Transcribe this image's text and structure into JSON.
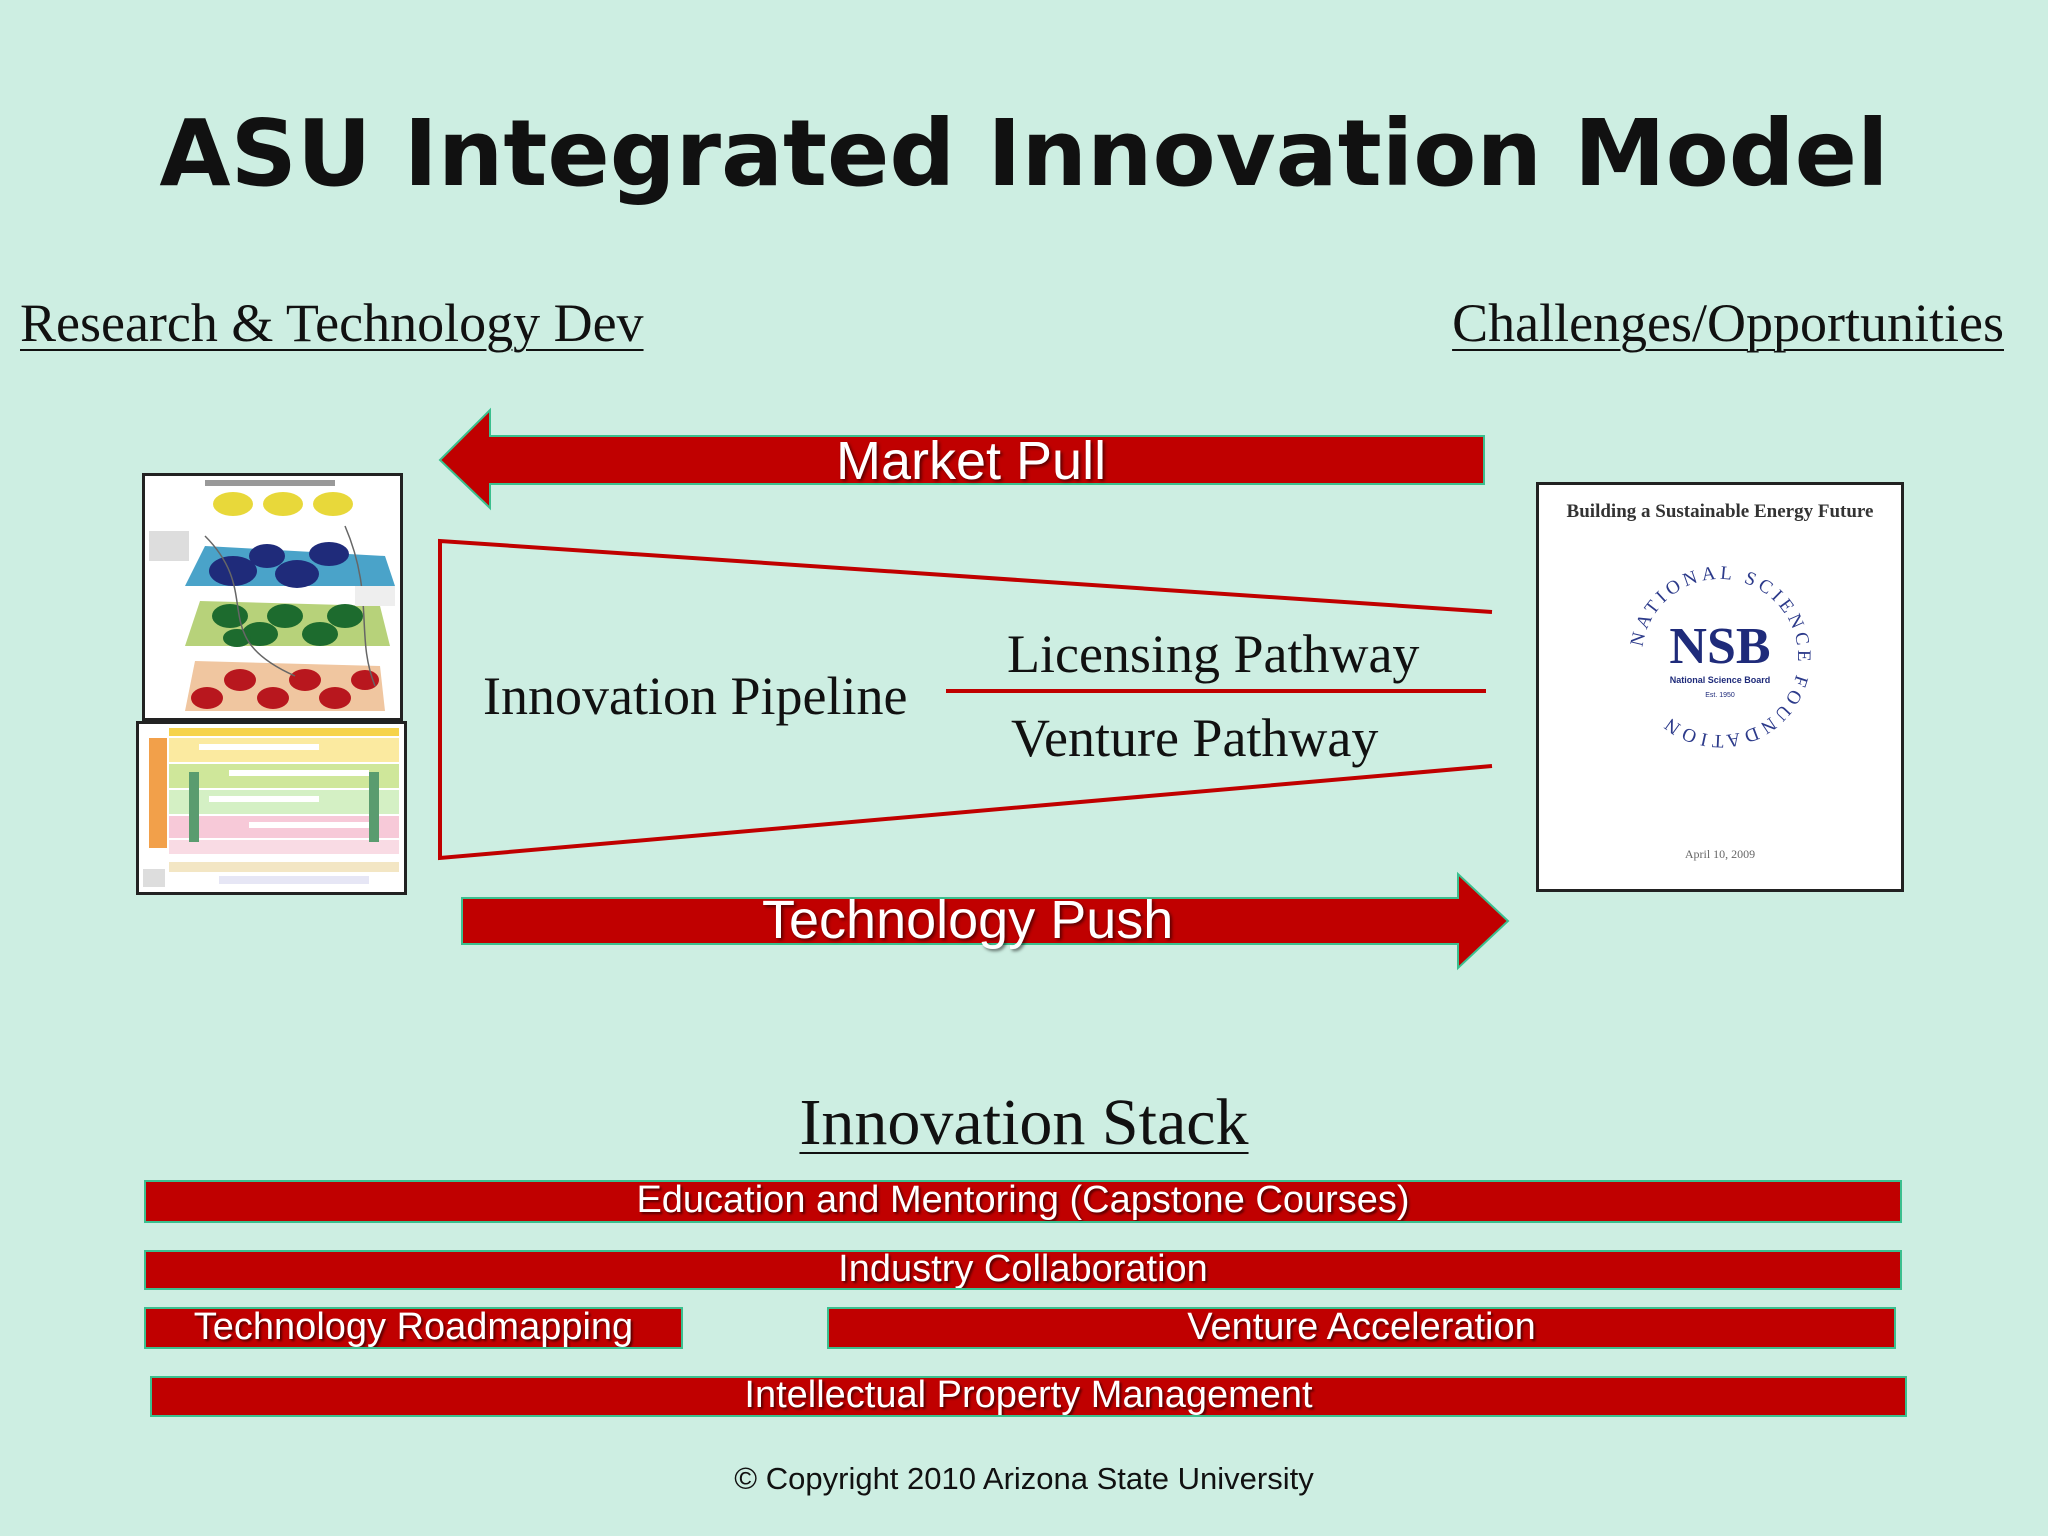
{
  "title": "ASU Integrated Innovation Model",
  "left_heading": "Research & Technology Dev",
  "right_heading": "Challenges/Opportunities",
  "arrows": {
    "market_pull": "Market Pull",
    "technology_push": "Technology Push"
  },
  "pipeline": {
    "label": "Innovation Pipeline",
    "licensing": "Licensing Pathway",
    "venture": "Venture Pathway"
  },
  "report": {
    "title": "Building a Sustainable Energy Future",
    "seal_ring": "NATIONAL SCIENCE FOUNDATION",
    "seal_logo": "NSB",
    "seal_board": "National Science Board",
    "seal_est": "Est. 1950",
    "date": "April 10, 2009"
  },
  "stack": {
    "heading": "Innovation Stack",
    "education": "Education and Mentoring (Capstone Courses)",
    "industry": "Industry Collaboration",
    "roadmapping": "Technology Roadmapping",
    "venture": "Venture Acceleration",
    "ip": "Intellectual  Property Management"
  },
  "footer": "© Copyright 2010 Arizona State University",
  "colors": {
    "background": "#cdeee2",
    "accent_red": "#c00000",
    "bar_border": "#3bbf8e"
  }
}
